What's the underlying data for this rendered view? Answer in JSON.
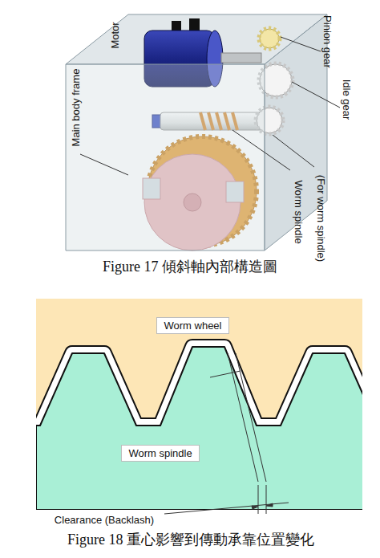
{
  "diagram": {
    "nodes": [
      {
        "text": [
          "Worm wheel"
        ]
      },
      {
        "text": [
          "Worm spindle"
        ]
      }
    ],
    "labels": [
      "Motor",
      "Pinion gear",
      "Idle gear",
      "Main body frame",
      "Worm spindle",
      "(For worm spindle)",
      "Figure 17 傾斜軸內部構造圖",
      "Clearance (Backlash)",
      "Figure 18 重心影響到傳動承靠位置變化"
    ]
  }
}
